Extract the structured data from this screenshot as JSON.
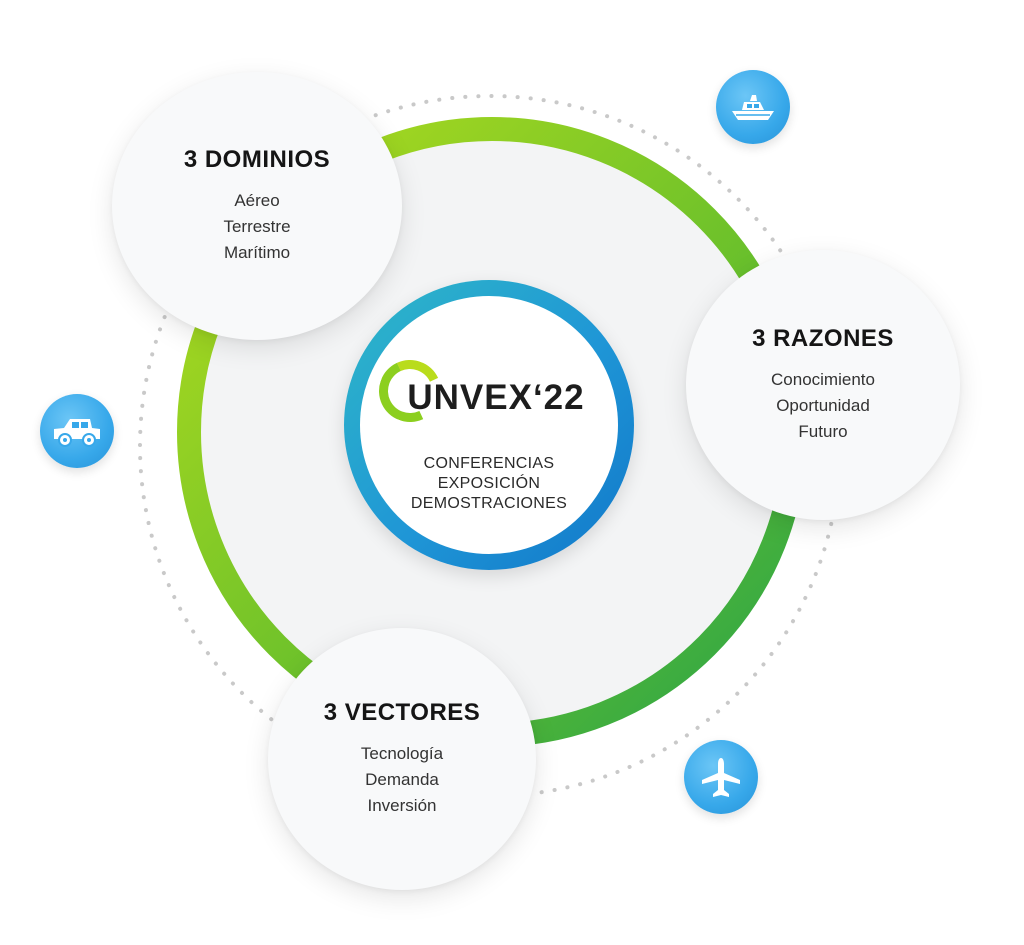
{
  "center": {
    "logo_text": "UNVEX‘22",
    "lines": [
      "CONFERENCIAS",
      "EXPOSICIÓN",
      "DEMOSTRACIONES"
    ]
  },
  "bubbles": {
    "dominios": {
      "title": "3 DOMINIOS",
      "items": [
        "Aéreo",
        "Terrestre",
        "Marítimo"
      ]
    },
    "razones": {
      "title": "3 RAZONES",
      "items": [
        "Conocimiento",
        "Oportunidad",
        "Futuro"
      ]
    },
    "vectores": {
      "title": "3 VECTORES",
      "items": [
        "Tecnología",
        "Demanda",
        "Inversión"
      ]
    }
  },
  "icons": {
    "boat": "boat-icon",
    "car": "car-icon",
    "plane": "plane-icon"
  },
  "colors": {
    "ring_green_light": "#a6d91f",
    "ring_green_dark": "#2ea84a",
    "center_ring_blue": "#1f96d6",
    "icon_blue": "#37a8ea",
    "dotted_gray": "#c9c9c9"
  }
}
